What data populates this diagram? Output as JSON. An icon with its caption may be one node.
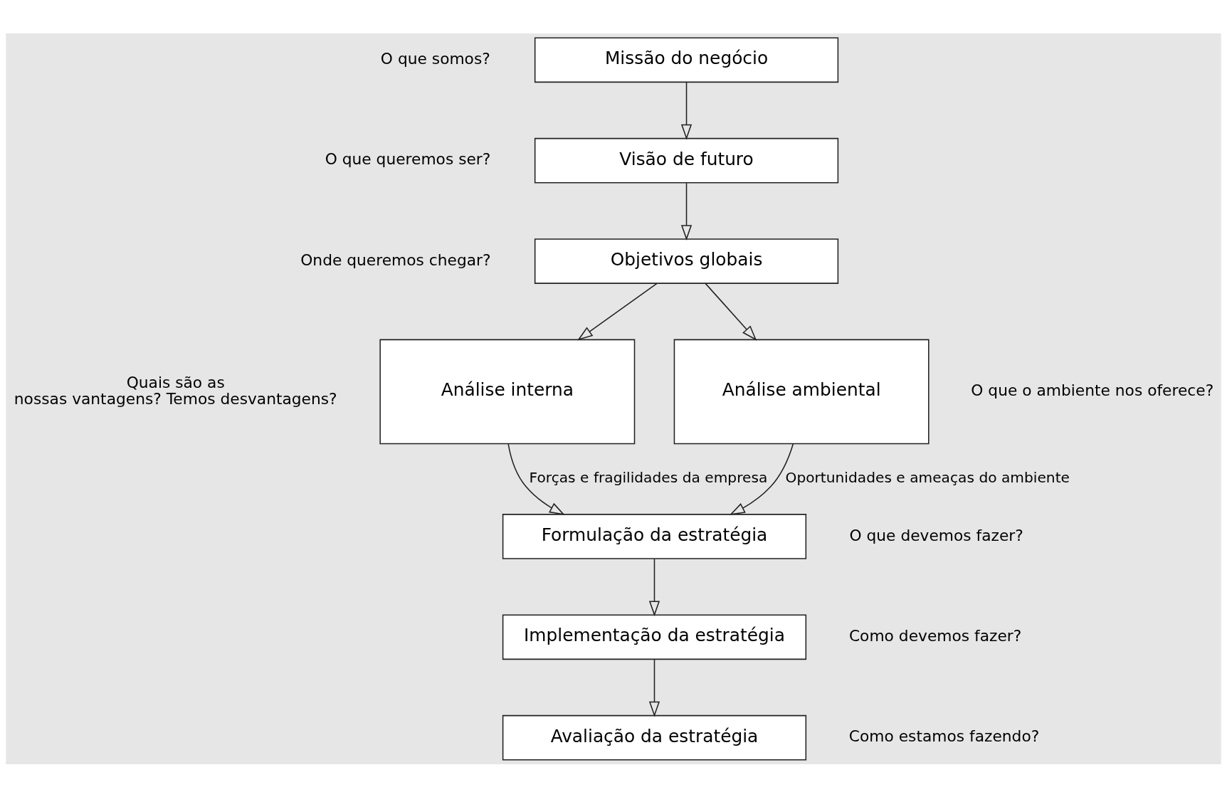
{
  "diagram": {
    "nodes": [
      {
        "text": [
          "Missão do negócio"
        ],
        "beside": [
          "O que somos?"
        ]
      },
      {
        "text": [
          "Visão de futuro"
        ],
        "beside": [
          "O que queremos ser?"
        ]
      },
      {
        "text": [
          "Objetivos globais"
        ],
        "beside": [
          "Onde queremos chegar?"
        ]
      },
      {
        "text": [
          "Análise interna"
        ],
        "beside": [
          "Quais são as nossas vantagens? Temos desvantagens?"
        ]
      },
      {
        "text": [
          "Análise ambiental"
        ],
        "beside": [
          "O que o ambiente nos oferece?"
        ]
      },
      {
        "text": [
          "Formulação da estratégia"
        ],
        "beside": [
          "O que devemos fazer?"
        ]
      },
      {
        "text": [
          "Implementação da estratégia"
        ],
        "beside": [
          "Como devemos fazer?"
        ]
      },
      {
        "text": [
          "Avaliação da estratégia"
        ],
        "beside": [
          "Como estamos fazendo?"
        ]
      }
    ],
    "edges": [
      {
        "from": 0,
        "to": 1,
        "arrow": "to"
      },
      {
        "from": 1,
        "to": 2,
        "arrow": "to"
      },
      {
        "from": 2,
        "to": 3,
        "arrow": "to"
      },
      {
        "from": 2,
        "to": 4,
        "arrow": "to"
      },
      {
        "from": 3,
        "to": 5,
        "arrow": "to",
        "label": "Forças e fragilidades da empresa"
      },
      {
        "from": 4,
        "to": 5,
        "arrow": "to",
        "label": "Oportunidades e ameaças do ambiente"
      },
      {
        "from": 5,
        "to": 6,
        "arrow": "to"
      },
      {
        "from": 6,
        "to": 7,
        "arrow": "to"
      }
    ]
  }
}
